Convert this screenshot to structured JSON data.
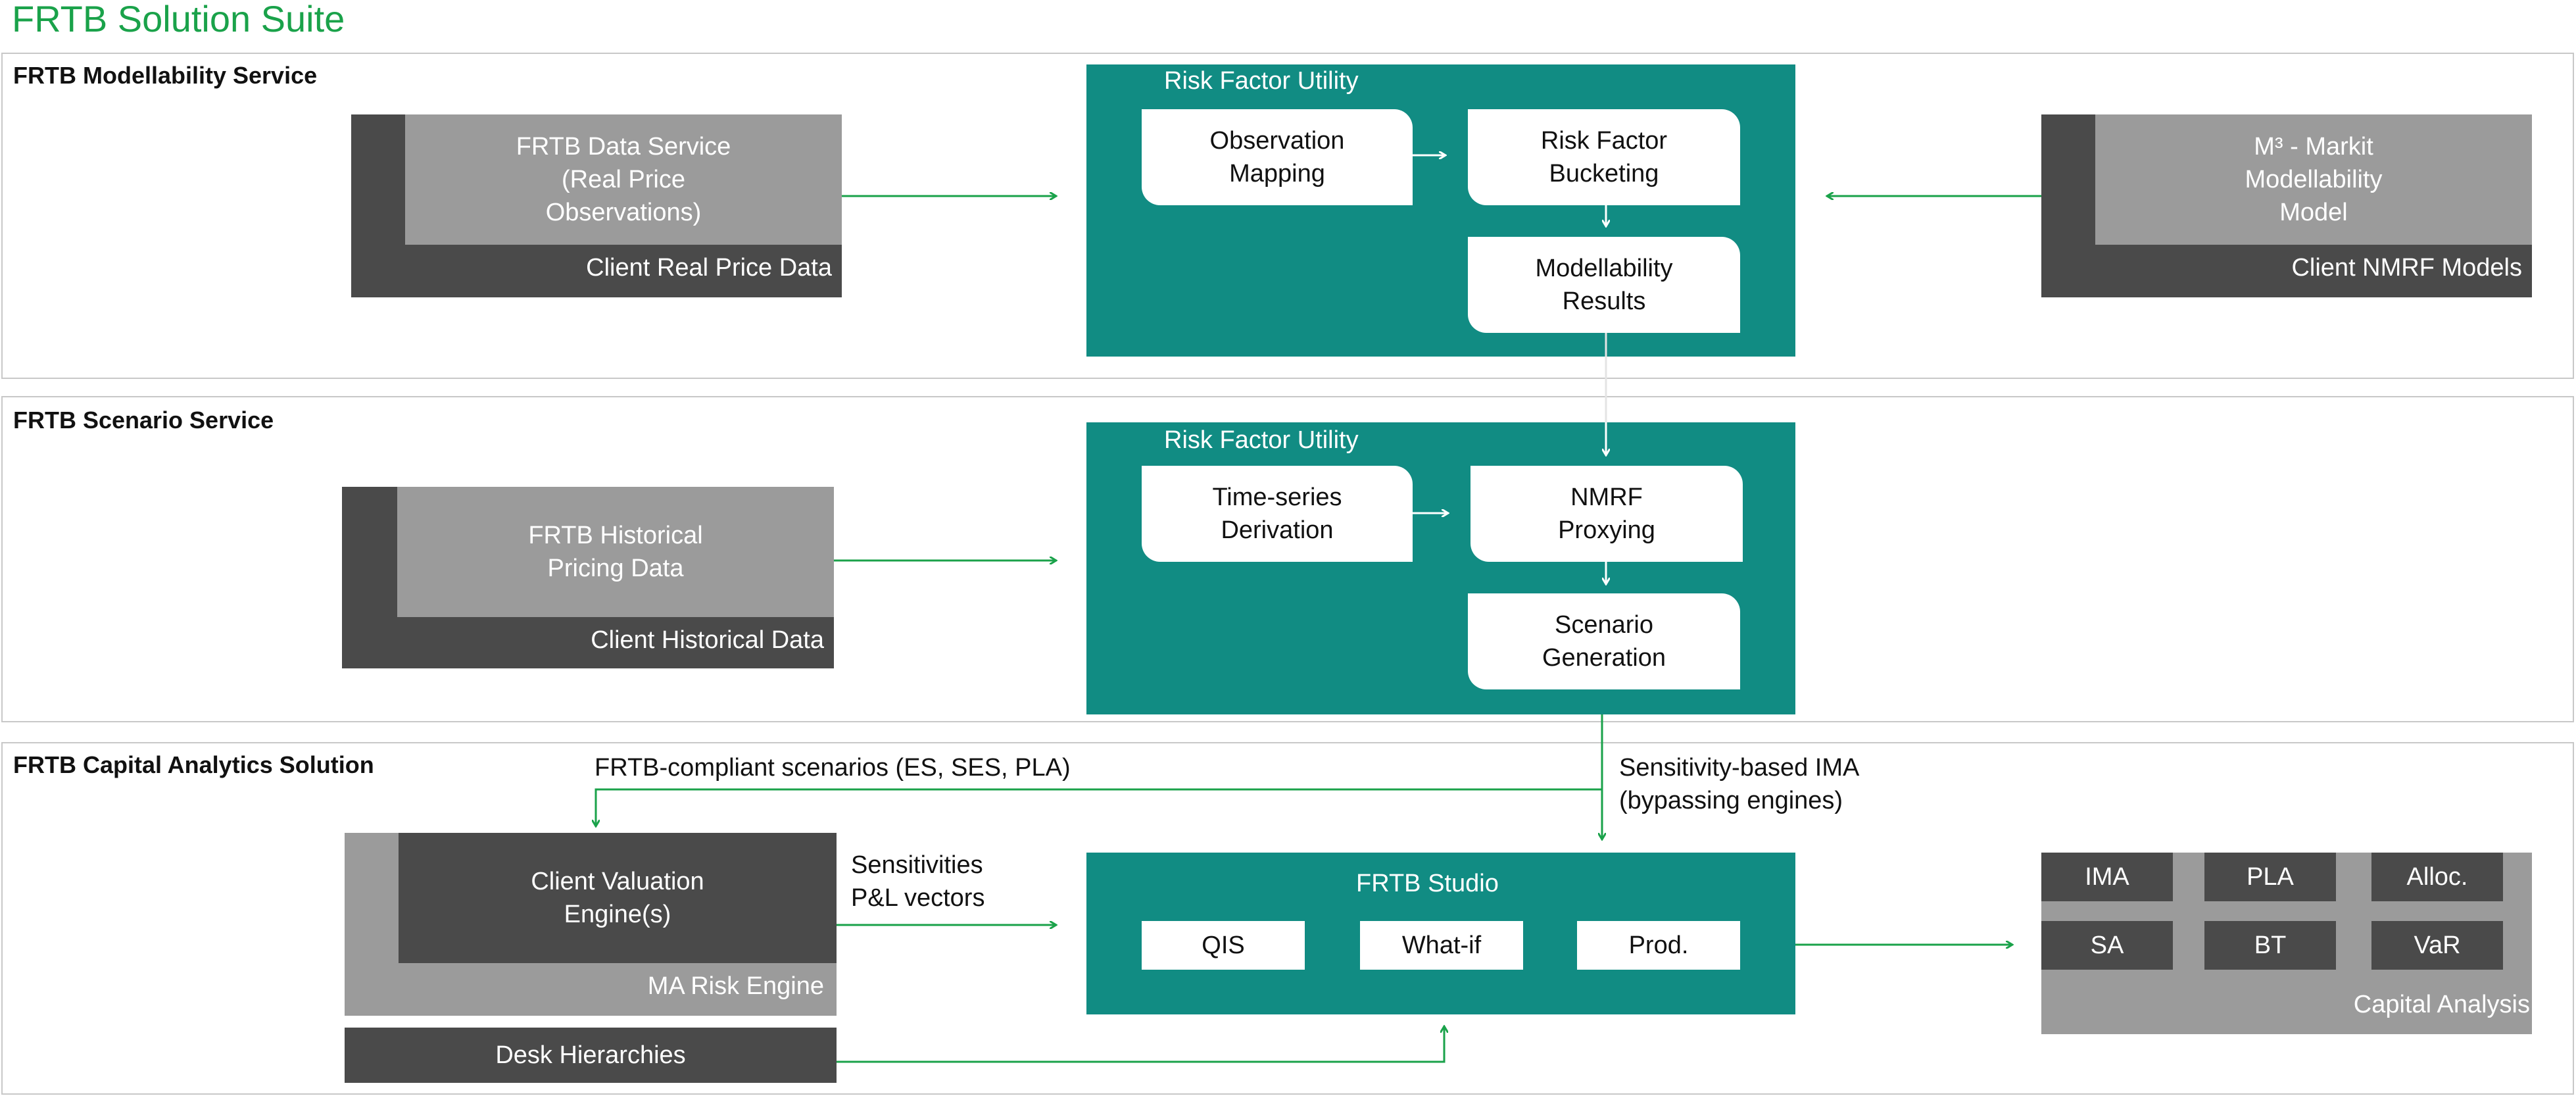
{
  "title": "FRTB Solution Suite",
  "modellability": {
    "title": "FRTB Modellability Service",
    "data_service": [
      "FRTB Data Service",
      "(Real Price",
      "Observations)"
    ],
    "client_real_price": "Client Real Price Data",
    "rfu_title": "Risk Factor Utility",
    "observation_mapping": [
      "Observation",
      "Mapping"
    ],
    "risk_factor_bucketing": [
      "Risk Factor",
      "Bucketing"
    ],
    "modellability_results": [
      "Modellability",
      "Results"
    ],
    "markit_model": [
      "M³ - Markit",
      "Modellability",
      "Model"
    ],
    "client_nmrf_models": "Client NMRF Models"
  },
  "scenario": {
    "title": "FRTB Scenario Service",
    "historical_pricing": [
      "FRTB Historical",
      "Pricing Data"
    ],
    "client_historical": "Client Historical Data",
    "rfu_title": "Risk Factor Utility",
    "time_series": [
      "Time-series",
      "Derivation"
    ],
    "nmrf_proxying": [
      "NMRF",
      "Proxying"
    ],
    "scenario_generation": [
      "Scenario",
      "Generation"
    ]
  },
  "capital": {
    "title": "FRTB Capital Analytics Solution",
    "compliant_scenarios": "FRTB-compliant scenarios (ES, SES, PLA)",
    "sensitivity_ima": [
      "Sensitivity-based IMA",
      "(bypassing engines)"
    ],
    "client_valuation": [
      "Client Valuation",
      "Engine(s)"
    ],
    "ma_risk_engine": "MA Risk Engine",
    "sensitivities": [
      "Sensitivities",
      "P&L vectors"
    ],
    "desk_hierarchies": "Desk Hierarchies",
    "studio_title": "FRTB Studio",
    "studio_buttons": [
      "QIS",
      "What-if",
      "Prod."
    ],
    "capital_buttons": [
      "IMA",
      "PLA",
      "Alloc.",
      "SA",
      "BT",
      "VaR"
    ],
    "capital_analysis": "Capital Analysis"
  },
  "colors": {
    "accent_green": "#1aa24a",
    "teal": "#118c83",
    "dark_gray": "#4a4a4a",
    "mid_gray": "#9b9b9b"
  }
}
